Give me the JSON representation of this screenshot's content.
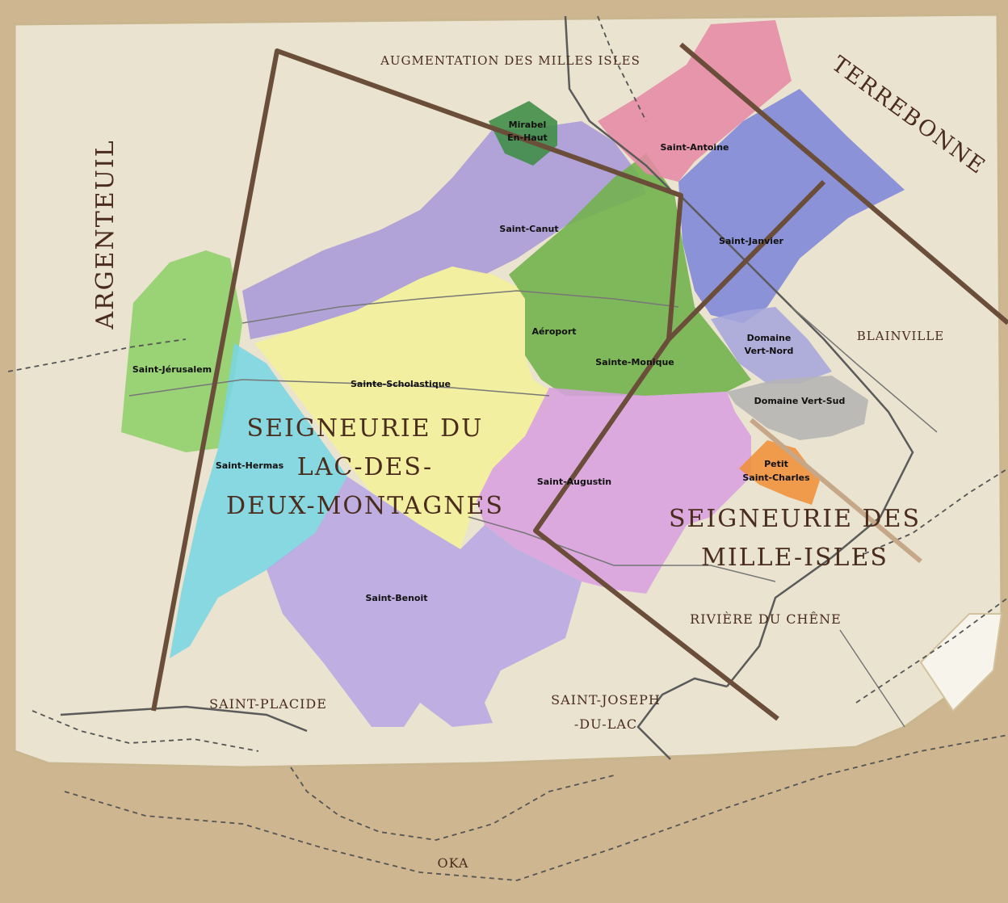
{
  "map": {
    "colors": {
      "paper": "#eae3cf",
      "paper_edge": "#d9c9a6",
      "outside": "#cdb690",
      "boundary": "#6b4e3a",
      "label_dark": "#4a2c1c",
      "purple": "#a89ad8",
      "green": "#6fb24a",
      "light_green": "#8ecf6a",
      "yellow": "#f2f09a",
      "cyan": "#79d6e2",
      "pink": "#e58aa6",
      "blue": "#7d86d8",
      "magenta": "#d8a0e0",
      "gray": "#b4b4b4",
      "orange": "#f0903a",
      "dark_green": "#3e8c46"
    },
    "regions": {
      "saint_antoine": "Saint-Antoine",
      "mirabel_en_haut_1": "Mirabel",
      "mirabel_en_haut_2": "En-Haut",
      "saint_canut": "Saint-Canut",
      "saint_janvier": "Saint-Janvier",
      "aeroport": "Aéroport",
      "sainte_monique": "Sainte-Monique",
      "domaine_vert_nord_1": "Domaine",
      "domaine_vert_nord_2": "Vert-Nord",
      "domaine_vert_sud": "Domaine Vert-Sud",
      "saint_jerusalem": "Saint-Jérusalem",
      "sainte_scholastique": "Sainte-Scholastique",
      "saint_hermas": "Saint-Hermas",
      "saint_augustin": "Saint-Augustin",
      "petit_saint_charles_1": "Petit",
      "petit_saint_charles_2": "Saint-Charles",
      "saint_benoit": "Saint-Benoit"
    },
    "places": {
      "augmentation": "Augmentation des Milles Isles",
      "terrebonne": "Terrebonne",
      "argenteuil": "Argenteuil",
      "blainville": "Blainville",
      "riviere_du_chene": "Rivière du Chêne",
      "saint_placide": "Saint-Placide",
      "saint_joseph_1": "Saint-Joseph",
      "saint_joseph_2": "-du-Lac",
      "oka": "Oka"
    },
    "seigneuries": {
      "lac_line1": "Seigneurie du",
      "lac_line2": "Lac-des-",
      "lac_line3": "Deux-Montagnes",
      "mille_line1": "Seigneurie des",
      "mille_line2": "Mille-Isles"
    }
  }
}
